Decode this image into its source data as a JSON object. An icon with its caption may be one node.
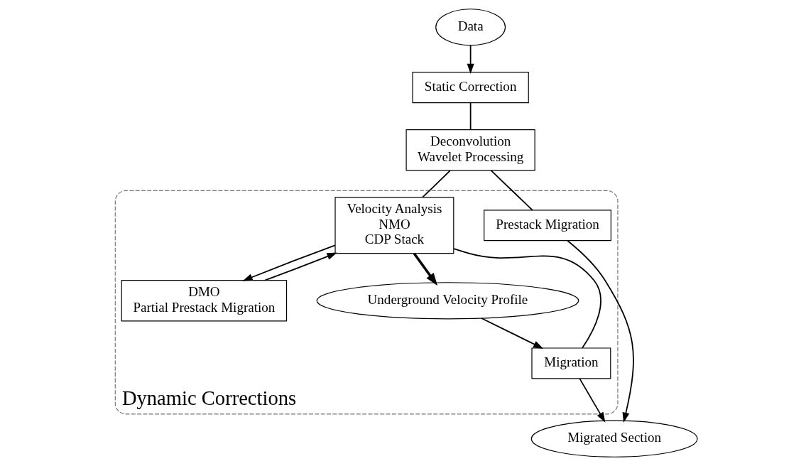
{
  "diagram": {
    "nodes": [
      {
        "text": [
          "Data"
        ]
      },
      {
        "text": [
          "Static Correction"
        ]
      },
      {
        "text": [
          "Deconvolution",
          "Wavelet Processing"
        ]
      },
      {
        "text": [
          "Dynamic Corrections"
        ]
      },
      {
        "text": [
          "Velocity Analysis",
          "NMO",
          "CDP Stack"
        ],
        "in": 3
      },
      {
        "text": [
          "DMO",
          "Partial Prestack Migration"
        ],
        "in": 3
      },
      {
        "text": [
          "Prestack Migration"
        ],
        "in": 3
      },
      {
        "text": [
          "Underground Velocity Profile"
        ],
        "in": 3
      },
      {
        "text": [
          "Migration"
        ],
        "in": 3
      },
      {
        "text": [
          "Migrated Section"
        ]
      }
    ],
    "edges": [
      {
        "from": 0,
        "to": 1,
        "arrow": "to"
      },
      {
        "from": 1,
        "to": 2,
        "arrow": "none"
      },
      {
        "from": 2,
        "to": 4,
        "arrow": "none"
      },
      {
        "from": 2,
        "to": 6,
        "arrow": "none"
      },
      {
        "from": 4,
        "to": 5,
        "arrow": "to"
      },
      {
        "from": 5,
        "to": 4,
        "arrow": "to"
      },
      {
        "from": 4,
        "to": 7,
        "arrow": "to",
        "style": "thick"
      },
      {
        "from": 7,
        "to": 8,
        "arrow": "to"
      },
      {
        "from": 4,
        "to": 8,
        "arrow": "none"
      },
      {
        "from": 8,
        "to": 9,
        "arrow": "to"
      },
      {
        "from": 6,
        "to": 9,
        "arrow": "to"
      }
    ]
  }
}
